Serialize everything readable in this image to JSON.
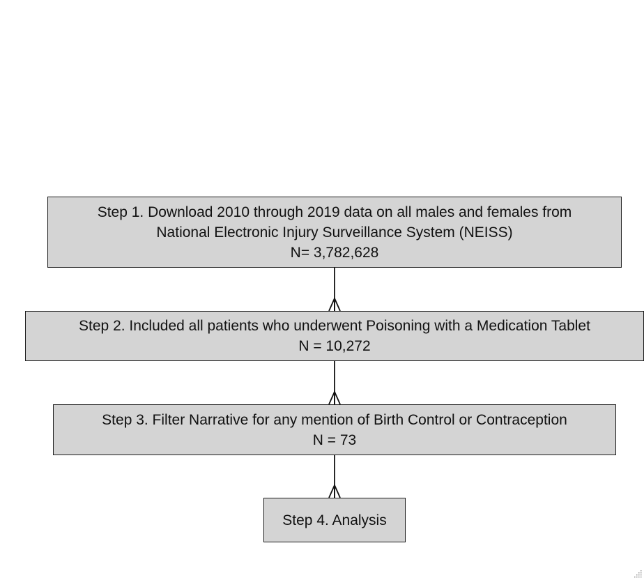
{
  "diagram": {
    "steps": [
      {
        "lines": [
          "Step 1. Download 2010 through 2019 data on all males and females from",
          "National Electronic Injury Surveillance System (NEISS)",
          "N= 3,782,628"
        ]
      },
      {
        "lines": [
          "Step 2. Included all patients who underwent Poisoning with a Medication Tablet",
          "N = 10,272"
        ]
      },
      {
        "lines": [
          "Step 3. Filter Narrative for any mention of Birth Control or Contraception",
          "N = 73"
        ]
      },
      {
        "lines": [
          "Step 4. Analysis"
        ]
      }
    ],
    "connectors": [
      {
        "from": "step-1",
        "to": "step-2",
        "end": "crow-foot"
      },
      {
        "from": "step-2",
        "to": "step-3",
        "end": "crow-foot"
      },
      {
        "from": "step-3",
        "to": "step-4",
        "end": "crow-foot"
      }
    ],
    "colors": {
      "box_fill": "#d4d4d4",
      "box_border": "#1a1a1a",
      "text": "#111111",
      "connector": "#111111"
    }
  }
}
